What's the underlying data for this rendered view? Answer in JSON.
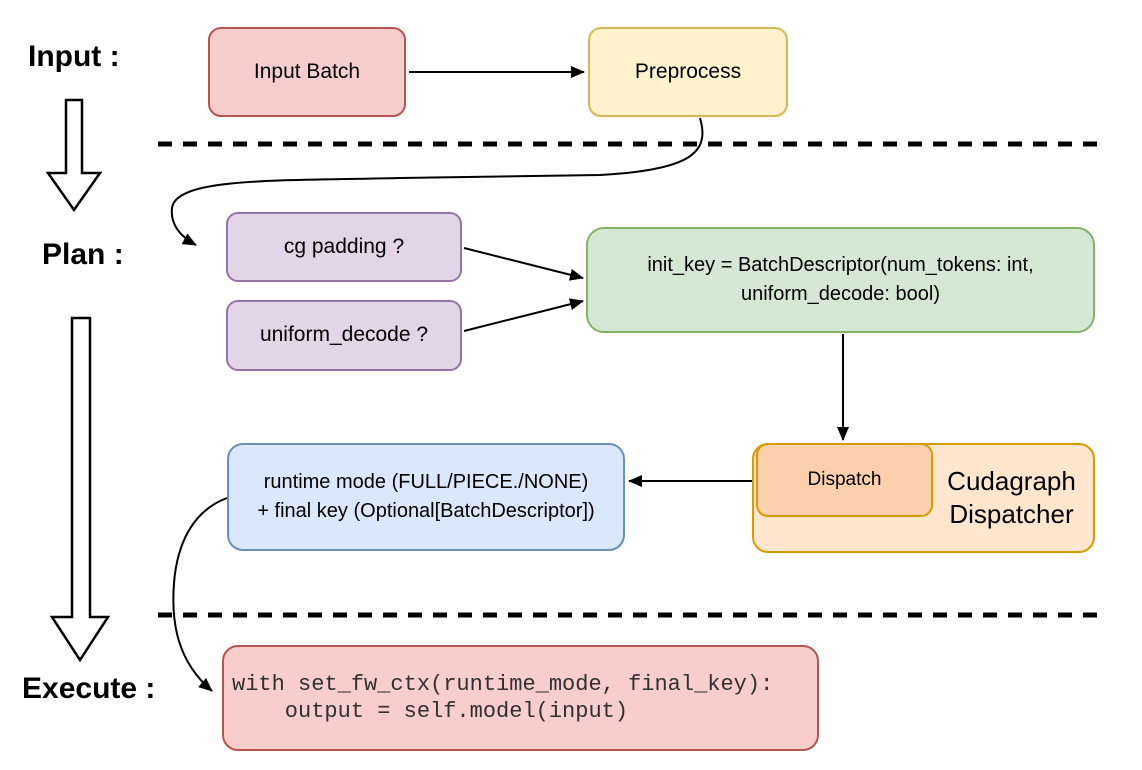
{
  "stages": {
    "input": "Input :",
    "plan": "Plan :",
    "execute": "Execute :"
  },
  "nodes": {
    "input_batch": {
      "label": "Input Batch"
    },
    "preprocess": {
      "label": "Preprocess"
    },
    "cg_padding": {
      "label": "cg padding ?"
    },
    "uniform_decode": {
      "label": "uniform_decode ?"
    },
    "init_key": {
      "line1": "init_key = BatchDescriptor(num_tokens: int,",
      "line2": "uniform_decode: bool)"
    },
    "dispatch": {
      "label": "Dispatch"
    },
    "cudagraph_dispatcher": {
      "line1": "Cudagraph",
      "line2": "Dispatcher"
    },
    "runtime_mode": {
      "line1": "runtime mode (FULL/PIECE./NONE)",
      "line2": "+ final key (Optional[BatchDescriptor])"
    },
    "execute_code": {
      "line1": "with set_fw_ctx(runtime_mode, final_key):",
      "line2": "    output = self.model(input)"
    }
  },
  "palette": {
    "red_fill": "#F8CECC",
    "red_stroke": "#B85450",
    "yellow_fill": "#FFF2CC",
    "yellow_stroke": "#D6B656",
    "purple_fill": "#E1D5E7",
    "purple_stroke": "#9673A6",
    "green_fill": "#D5E8D4",
    "green_stroke": "#82B366",
    "orange_fill": "#FFE6CC",
    "orange_inner_fill": "#FAD1AC",
    "orange_stroke": "#D79B00",
    "blue_fill": "#DAE8FC",
    "blue_stroke": "#6C8EBF",
    "line_color": "#000000"
  }
}
